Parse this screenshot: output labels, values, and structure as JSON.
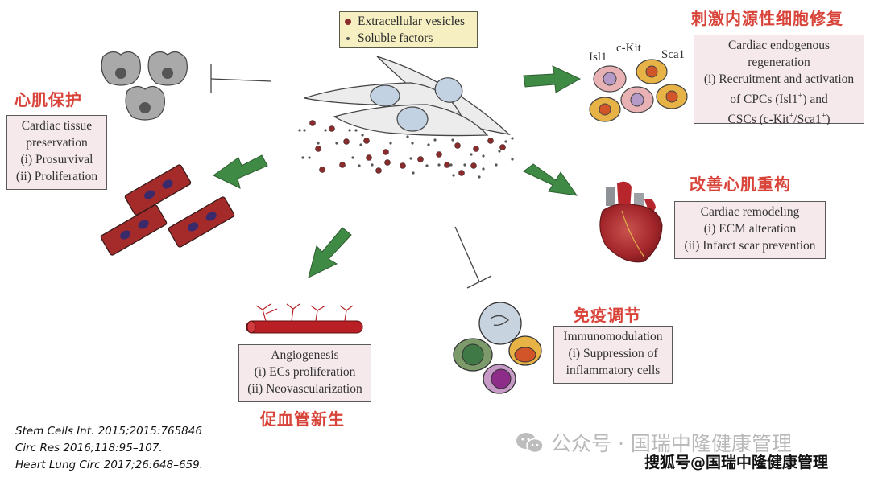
{
  "legend": {
    "items": [
      {
        "label": "Extracellular vesicles",
        "color": "#8b2c2c"
      },
      {
        "label": "Soluble factors",
        "color": "#555555"
      }
    ]
  },
  "sections": {
    "protection": {
      "title_zh": "心肌保护",
      "lines": [
        "Cardiac tissue",
        "preservation",
        "(i) Prosurvival",
        "(ii) Proliferation"
      ]
    },
    "regeneration": {
      "title_zh": "刺激内源性细胞修复",
      "lines": [
        "Cardiac endogenous",
        "regeneration",
        "(i) Recruitment and activation"
      ],
      "line4_pre": "of CPCs (Isl1",
      "line4_sup": "+",
      "line4_post": ") and",
      "line5_pre": "CSCs (c-Kit",
      "line5_sup1": "+",
      "line5_mid": "/Sca1",
      "line5_sup2": "+",
      "line5_post": ")",
      "markers": [
        "Isl1",
        "c-Kit",
        "Sca1"
      ]
    },
    "remodeling": {
      "title_zh": "改善心肌重构",
      "lines": [
        "Cardiac remodeling",
        "(i) ECM alteration",
        "(ii) Infarct scar prevention"
      ]
    },
    "immunomodulation": {
      "title_zh": "免疫调节",
      "lines": [
        "Immunomodulation",
        "(i) Suppression of",
        "inflammatory cells"
      ]
    },
    "angiogenesis": {
      "title_zh": "促血管新生",
      "lines": [
        "Angiogenesis",
        "(i) ECs proliferation",
        "(ii) Neovascularization"
      ]
    }
  },
  "references": [
    "Stem Cells Int. 2015;2015:765846",
    "Circ Res 2016;118:95–107.",
    "Heart Lung Circ 2017;26:648–659."
  ],
  "watermark": {
    "wechat": "公众号 · 国瑞中隆健康管理",
    "sohu": "搜狐号@国瑞中隆健康管理"
  },
  "colors": {
    "arrow_green": "#3f8a45",
    "title_red": "#d9443a",
    "box_fill": "#f5e9ec",
    "legend_fill": "#f6efc2"
  }
}
